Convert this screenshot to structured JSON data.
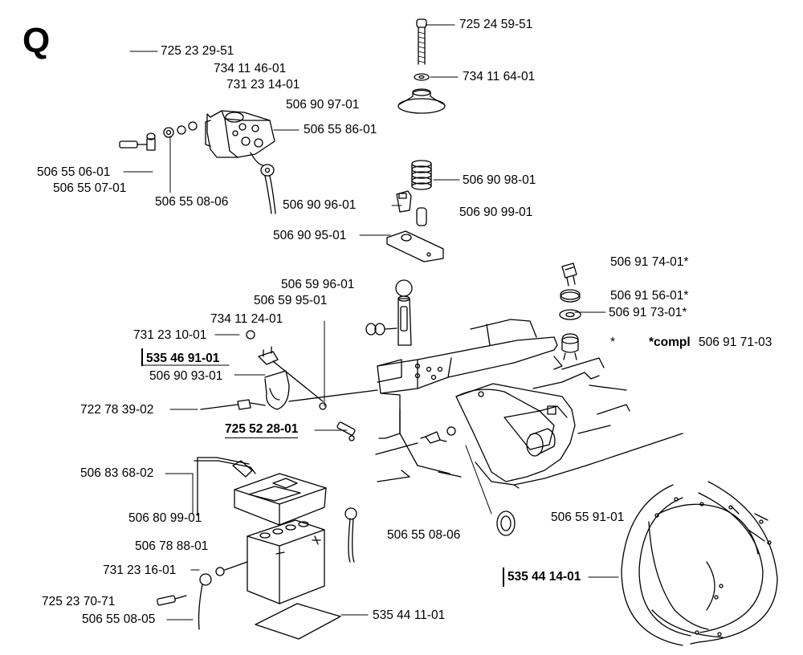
{
  "section": "Q",
  "labels": {
    "p1": "725 23 29-51",
    "p2": "734 11 46-01",
    "p3": "731 23 14-01",
    "p4": "506 90 97-01",
    "p5": "506 55 86-01",
    "p6": "506 55 06-01",
    "p7": "506 55 07-01",
    "p8": "506 55 08-06",
    "p9": "725 24 59-51",
    "p10": "734 11 64-01",
    "p11": "506 90 98-01",
    "p12": "506 90 96-01",
    "p13": "506 90 99-01",
    "p14": "506 90 95-01",
    "p15": "506 91 74-01*",
    "p16": "506 91 56-01*",
    "p17": "506 91 73-01*",
    "p18": "*",
    "p19a": "*compl",
    "p19b": "506 91 71-03",
    "p20": "506 59 96-01",
    "p21": "506 59 95-01",
    "p22": "734 11 24-01",
    "p23": "731 23 10-01",
    "p24": "535 46 91-01",
    "p25": "506 90 93-01",
    "p26": "722 78 39-02",
    "p27": "725 52 28-01",
    "p28": "506 83 68-02",
    "p29": "506 80 99-01",
    "p30": "506 78 88-01",
    "p31": "731 23 16-01",
    "p32": "725 23 70-71",
    "p33": "506 55 08-05",
    "p34": "535 44 11-01",
    "p35": "506 55 08-06",
    "p36": "506 55 91-01",
    "p37": "535 44 14-01"
  }
}
